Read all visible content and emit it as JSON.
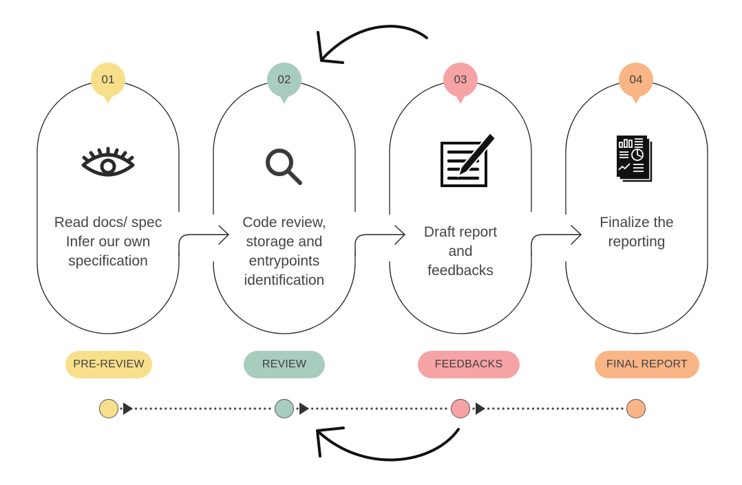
{
  "diagram": {
    "steps": [
      {
        "number": "01",
        "color": "#f7df8c",
        "icon": "eye-icon",
        "text": "Read docs/ spec\nInfer our own\nspecification",
        "phase": "PRE-REVIEW"
      },
      {
        "number": "02",
        "color": "#a8ccbd",
        "icon": "search-icon",
        "text": "Code review,\nstorage and\nentrypoints\nidentification",
        "phase": "REVIEW"
      },
      {
        "number": "03",
        "color": "#f6a3a5",
        "icon": "document-edit-icon",
        "text": "Draft report\nand\nfeedbacks",
        "phase": "FEEDBACKS"
      },
      {
        "number": "04",
        "color": "#f9b586",
        "icon": "report-icon",
        "text": "Finalize the\nreporting",
        "phase": "FINAL REPORT"
      }
    ],
    "loops": [
      {
        "name": "review-loop-back-arrow",
        "from": "03",
        "to": "02",
        "position": "top"
      },
      {
        "name": "feedback-loop-back-arrow",
        "from": "03",
        "to": "02",
        "position": "bottom"
      }
    ]
  }
}
